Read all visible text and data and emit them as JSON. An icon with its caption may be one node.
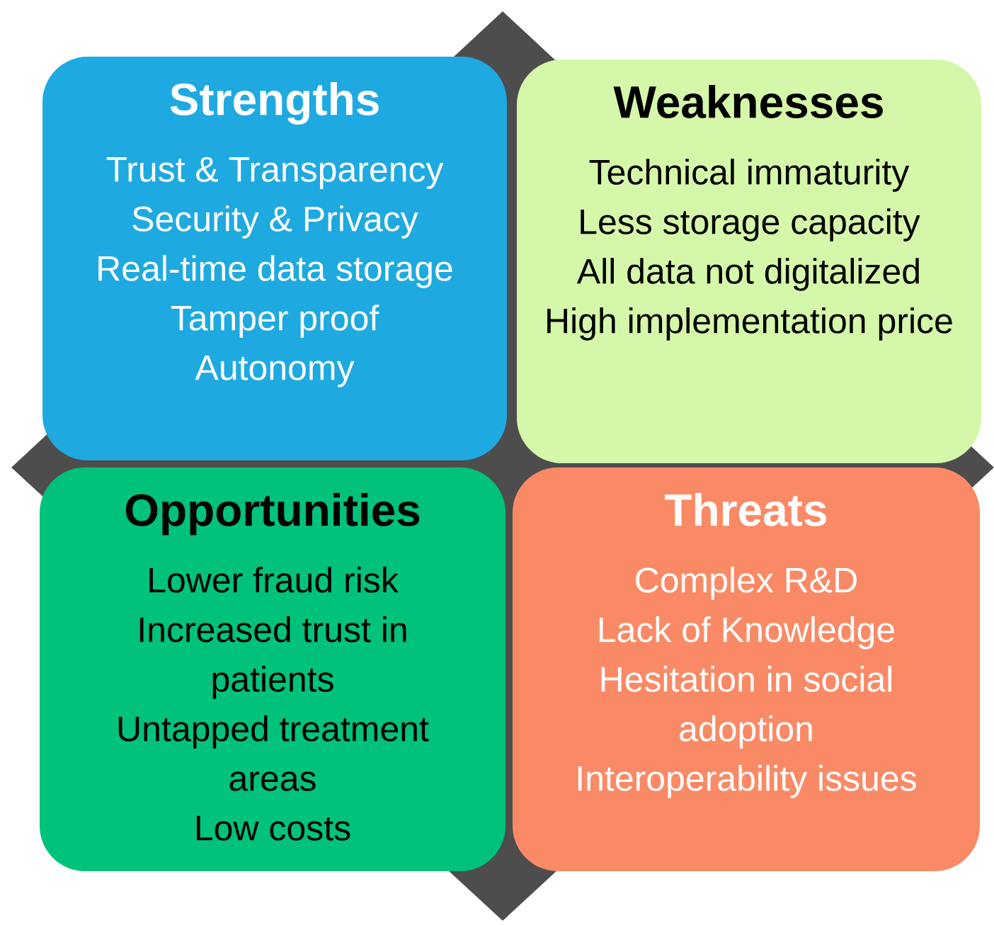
{
  "diagram": {
    "nodes": [
      {
        "text": [
          "Strengths",
          "Trust & Transparency",
          "Security & Privacy",
          "Real-time data storage",
          "Tamper proof",
          "Autonomy"
        ]
      },
      {
        "text": [
          "Weaknesses",
          "Technical immaturity",
          "Less storage capacity",
          "All data not digitalized",
          "High implementation price"
        ]
      },
      {
        "text": [
          "Opportunities",
          "Lower fraud risk",
          "Increased trust in patients",
          "Untapped treatment areas",
          "Low costs"
        ]
      },
      {
        "text": [
          "Threats",
          "Complex R&D",
          "Lack of Knowledge",
          "Hesitation in social adoption",
          "Interoperability issues"
        ]
      }
    ]
  }
}
